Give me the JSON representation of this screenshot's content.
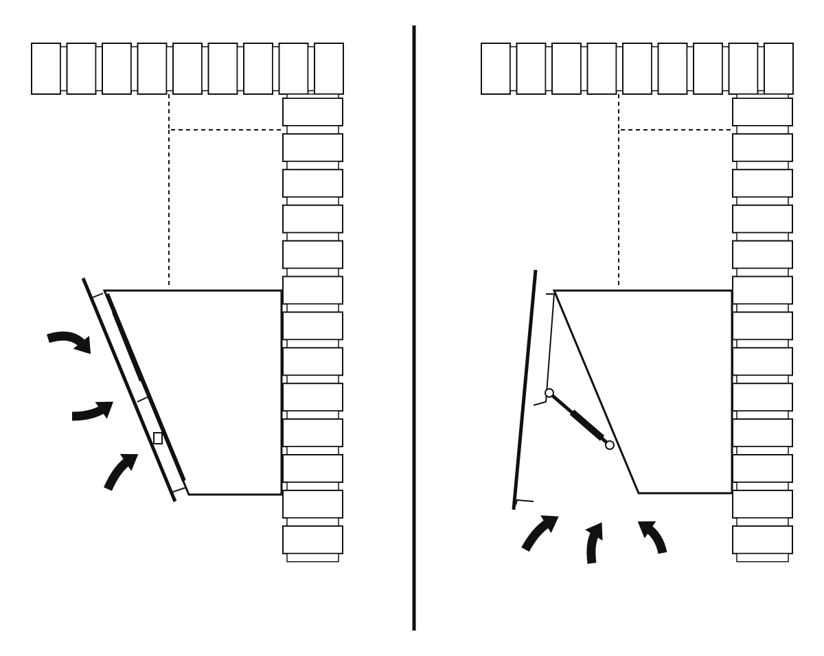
{
  "colors": {
    "stroke": "#111111",
    "background": "#ffffff"
  },
  "panels": [
    {
      "id": "left",
      "hood_mode": "front-panel-tilted",
      "airflow_arrows": 3
    },
    {
      "id": "right",
      "hood_mode": "panel-open-gas-strut",
      "airflow_arrows": 3
    }
  ]
}
